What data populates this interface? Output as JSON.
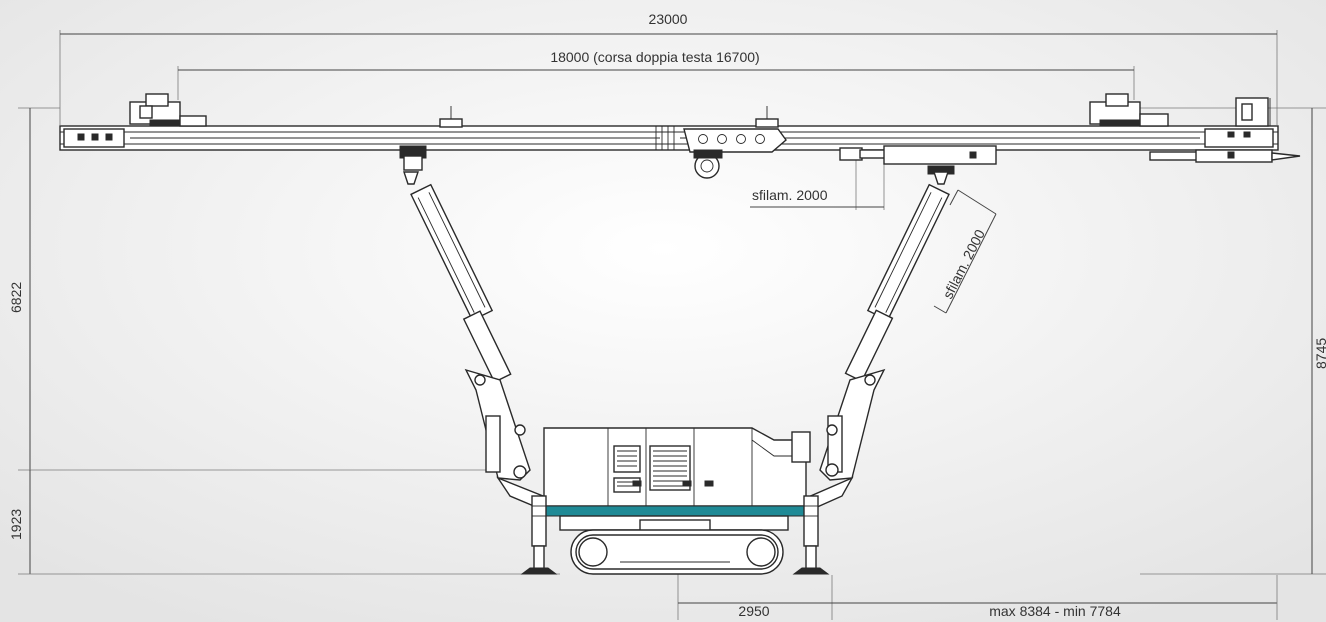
{
  "dimensions": {
    "overall_length": "23000",
    "stroke": "18000 (corsa doppia testa 16700)",
    "boom_extension": "sfilam. 2000",
    "arm_extension": "sfilam. 2000",
    "height_total": "8745",
    "height_upper": "6822",
    "height_lower": "1923",
    "track_offset": "2950",
    "reach": "max 8384 - min 7784"
  },
  "colors": {
    "background": "#efefef",
    "line": "#2a2a2a",
    "accent_band": "#1f8a96"
  }
}
